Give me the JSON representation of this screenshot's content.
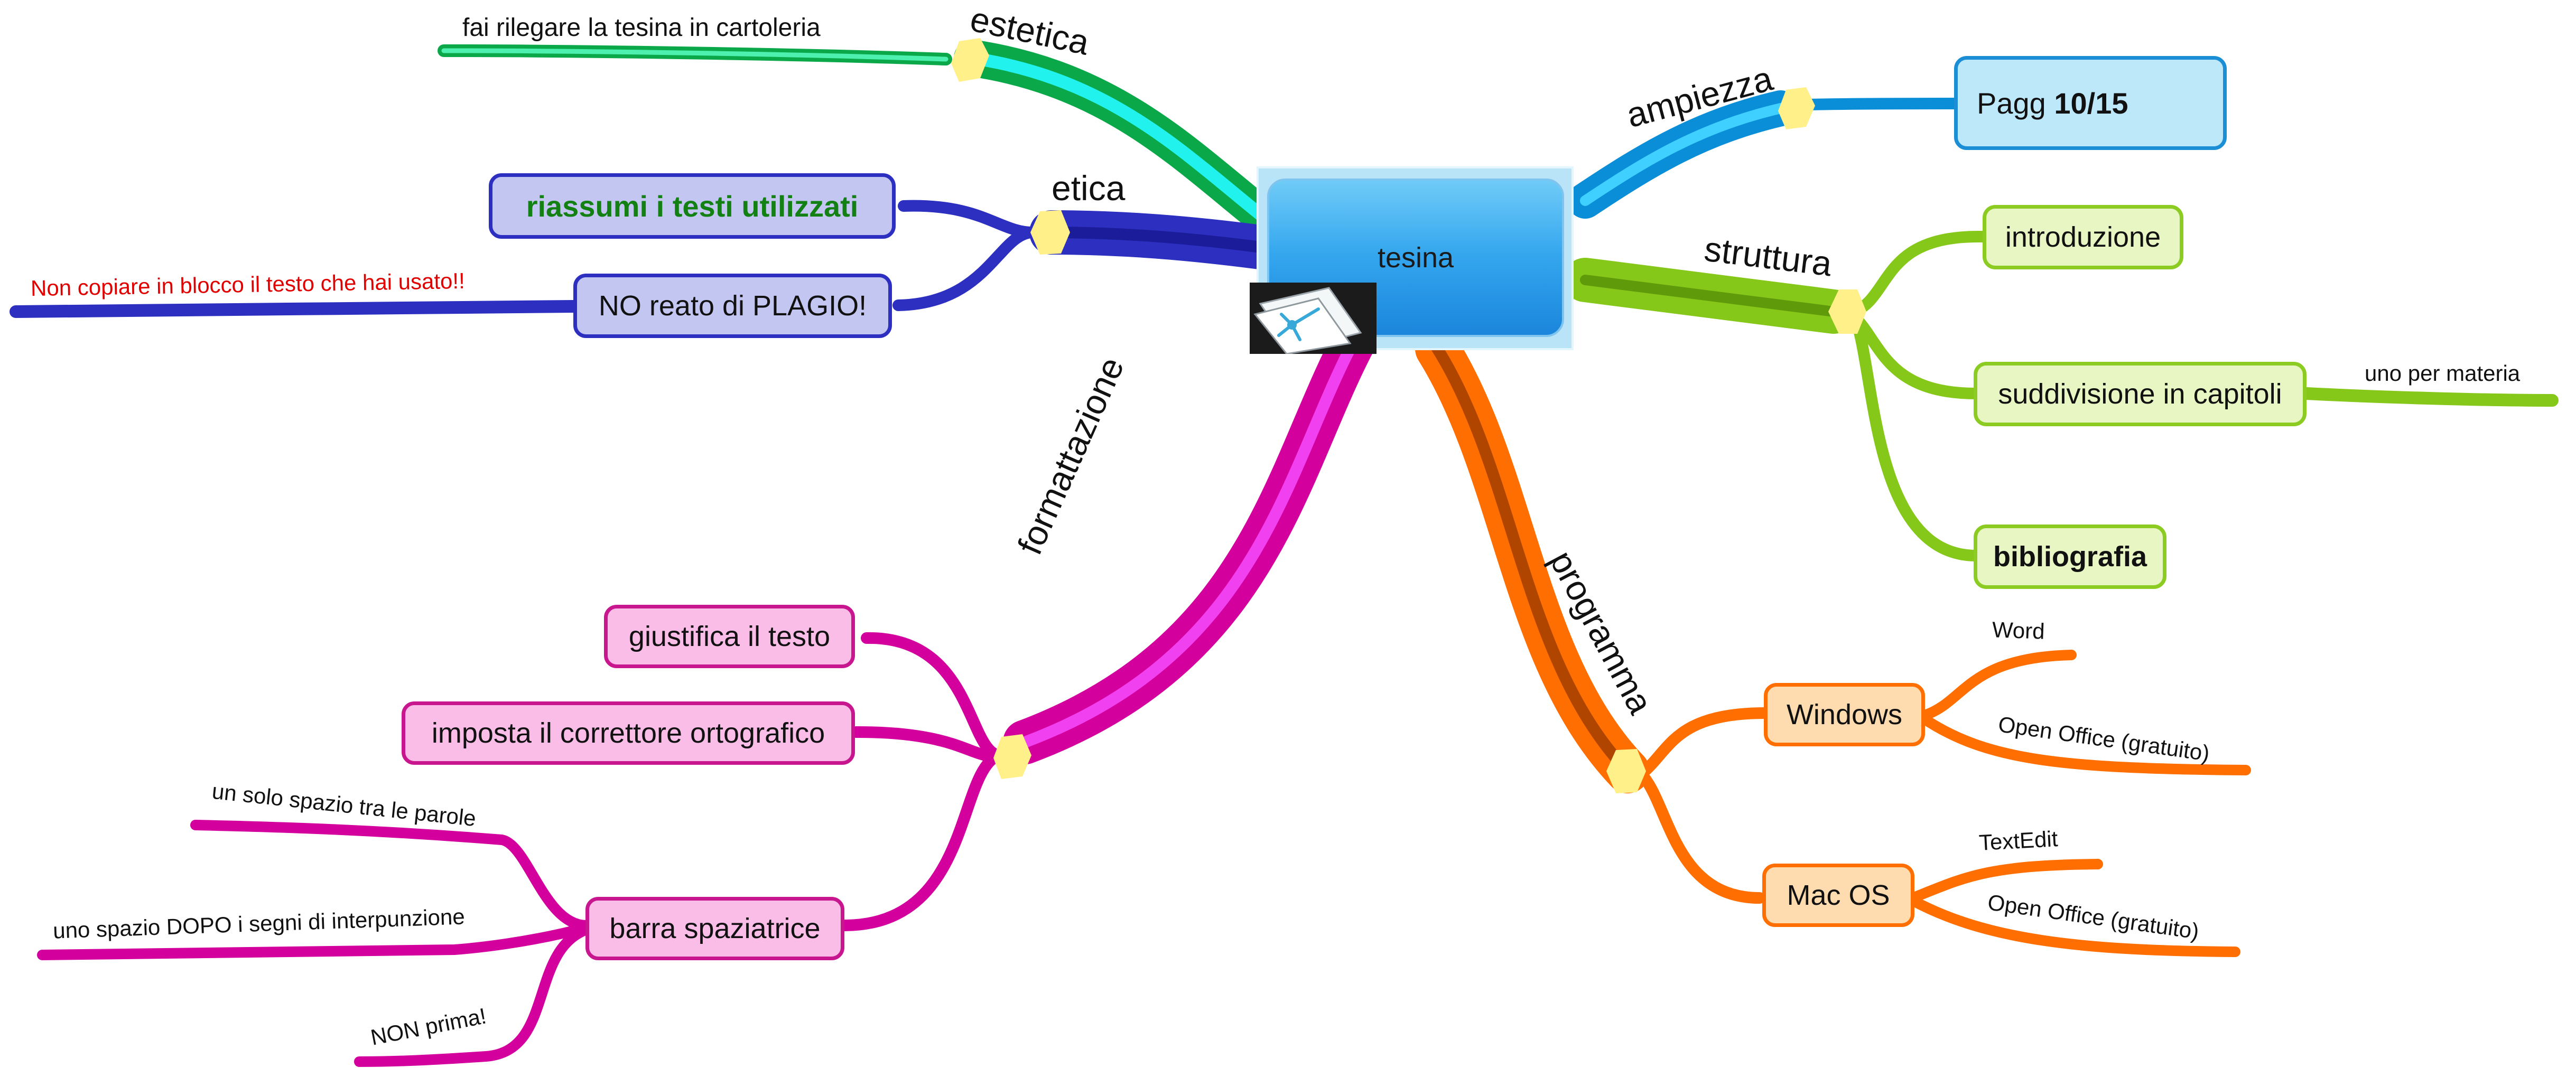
{
  "central": {
    "label": "tesina",
    "icon": "mindmap-document-icon"
  },
  "branches": {
    "estetica": {
      "label": "estetica",
      "color": "#0ba84a",
      "note": "fai rilegare la tesina in cartoleria"
    },
    "etica": {
      "label": "etica",
      "color": "#2c2fbf",
      "nodes": {
        "riassumi": "riassumi i testi utilizzati",
        "plagio": "NO reato di PLAGIO!"
      },
      "note": "Non copiare in blocco il testo che hai usato!!"
    },
    "ampiezza": {
      "label": "ampiezza",
      "color": "#0a8ed8",
      "node_prefix": "Pagg ",
      "node_value": "10/15"
    },
    "struttura": {
      "label": "struttura",
      "color": "#86c81a",
      "nodes": {
        "introduzione": "introduzione",
        "capitoli": "suddivisione in capitoli",
        "bibliografia": "bibliografia"
      },
      "note": "uno per materia"
    },
    "formattazione": {
      "label": "formattazione",
      "color": "#d4009e",
      "nodes": {
        "giustifica": "giustifica il testo",
        "correttore": "imposta il correttore ortografico",
        "barra": "barra spaziatrice"
      },
      "notes": {
        "spazio_parole": "un solo spazio tra le parole",
        "spazio_dopo": "uno spazio DOPO i segni di interpunzione",
        "non_prima": "NON prima!"
      }
    },
    "programma": {
      "label": "programma",
      "color": "#ff6e00",
      "nodes": {
        "windows": "Windows",
        "macos": "Mac OS"
      },
      "notes": {
        "word": "Word",
        "openoffice_win": "Open Office (gratuito)",
        "textedit": "TextEdit",
        "openoffice_mac": "Open Office (gratuito)"
      }
    }
  }
}
